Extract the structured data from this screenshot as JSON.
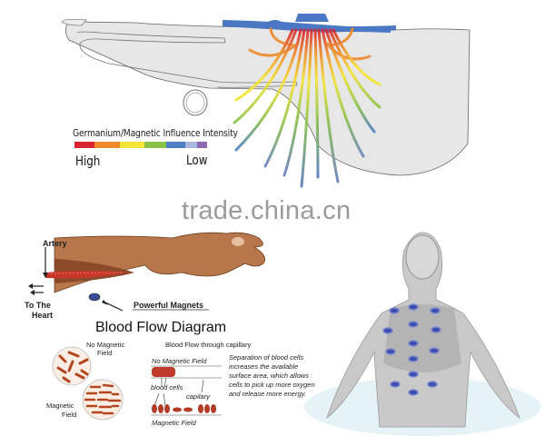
{
  "top_diagram": {
    "legend": {
      "title": "Germanium/Magnetic Influence Intensity",
      "high_label": "High",
      "low_label": "Low",
      "gradient_colors": [
        "#d9252f",
        "#ee8a2c",
        "#f6e436",
        "#8bc24a",
        "#4e7fc5",
        "#a9b6de",
        "#8d68b4"
      ]
    },
    "device_color": "#4a78c4",
    "skin_color": "#e6e6e6"
  },
  "watermark": "trade.china.cn",
  "blood_flow": {
    "labels": {
      "artery": "Artery",
      "to_the_heart_line1": "To The",
      "to_the_heart_line2": "Heart",
      "powerful_magnets": "Powerful Magnets"
    },
    "title": "Blood Flow Diagram",
    "circles": {
      "no_field_line1": "No Magnetic",
      "no_field_line2": "Field",
      "field_line1": "Magnetic",
      "field_line2": "Field"
    },
    "capillary": {
      "heading": "Blood Flow through capillary",
      "no_field": "No Magnetic Field",
      "blood_cells": "blood cells",
      "capillary": "capilary",
      "field": "Magnetic Field"
    },
    "explanation": "Separation of blood cells increases the available surface area, which allows cells to pick up more oxygen and release more energy."
  },
  "back_figure": {
    "magnet_color": "#3f4fb0"
  }
}
